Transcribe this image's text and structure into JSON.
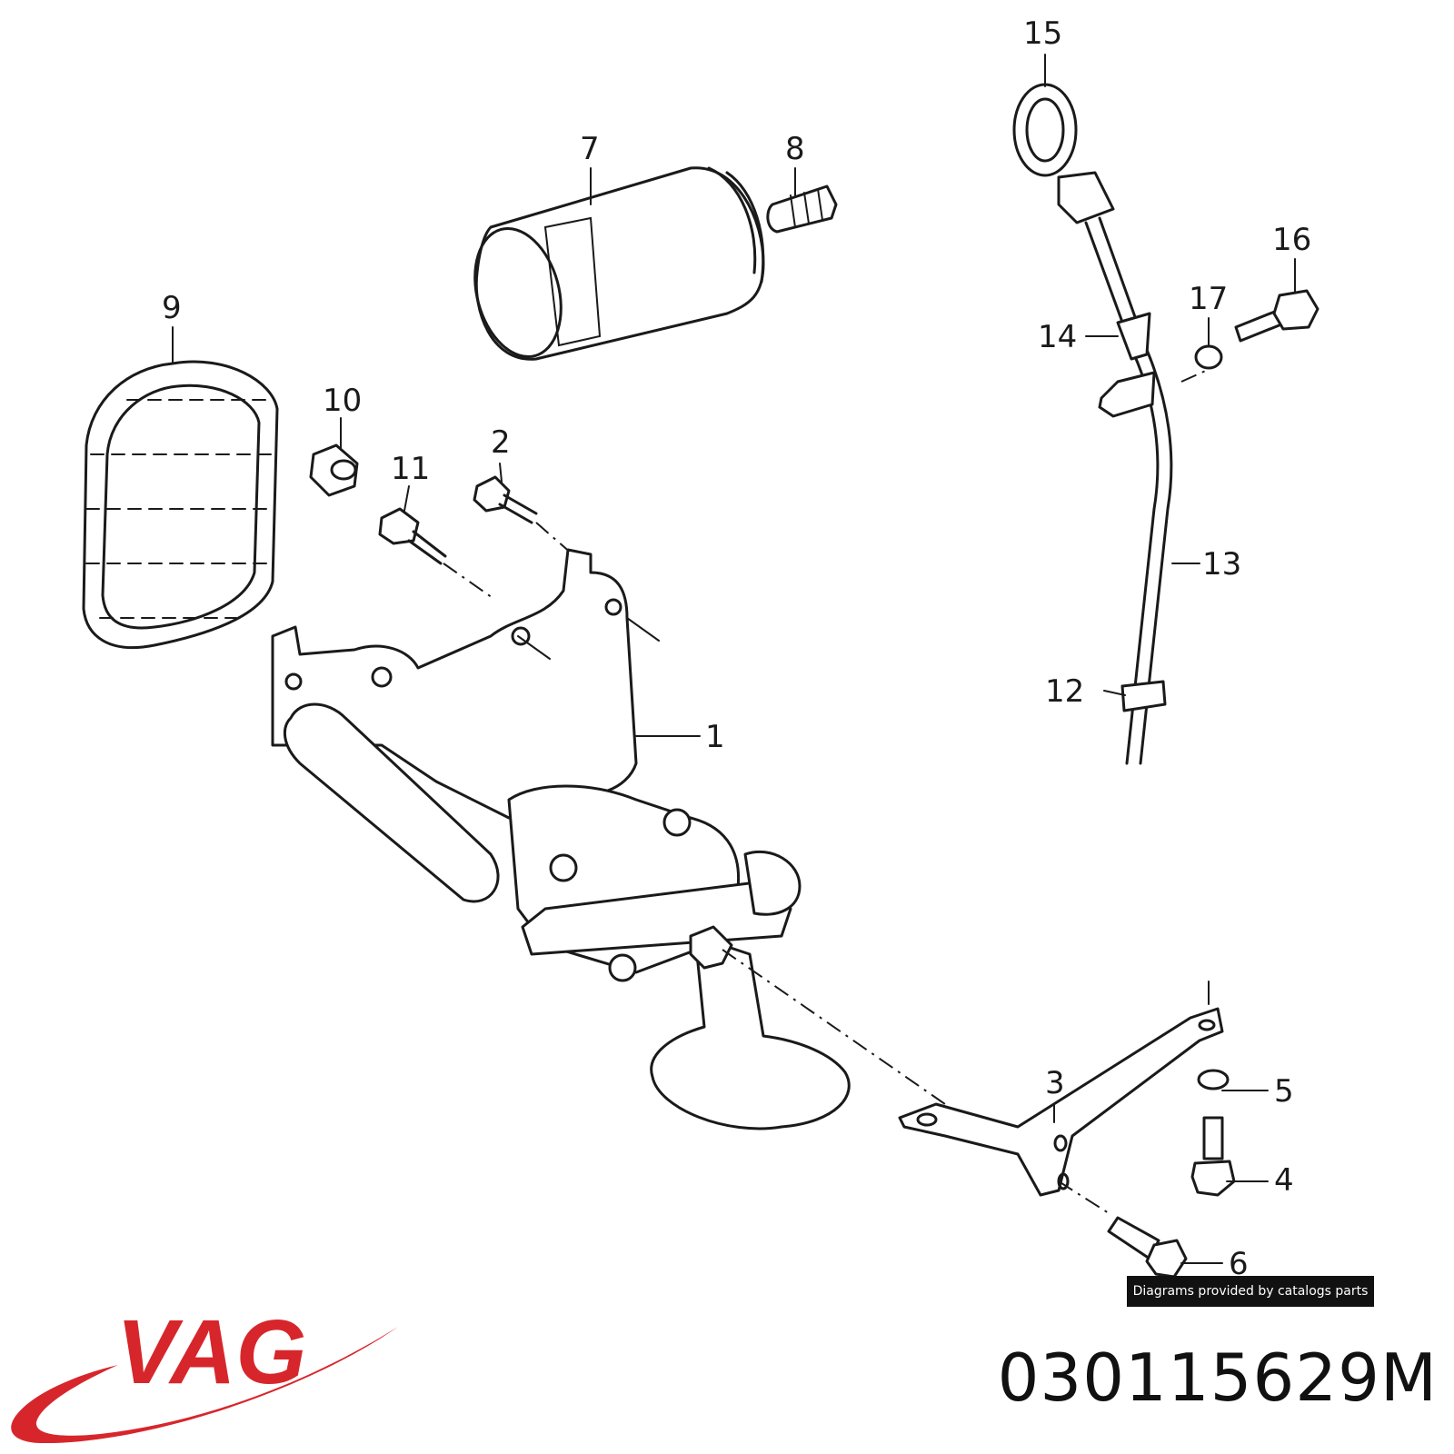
{
  "diagram": {
    "callouts": [
      "1",
      "2",
      "3",
      "4",
      "5",
      "6",
      "7",
      "8",
      "9",
      "10",
      "11",
      "12",
      "13",
      "14",
      "15",
      "16",
      "17"
    ]
  },
  "credit": "Diagrams provided by catalogs parts",
  "brand": {
    "logo_text": "VAG",
    "logo_color": "#d7262b"
  },
  "part_number": "030115629M"
}
